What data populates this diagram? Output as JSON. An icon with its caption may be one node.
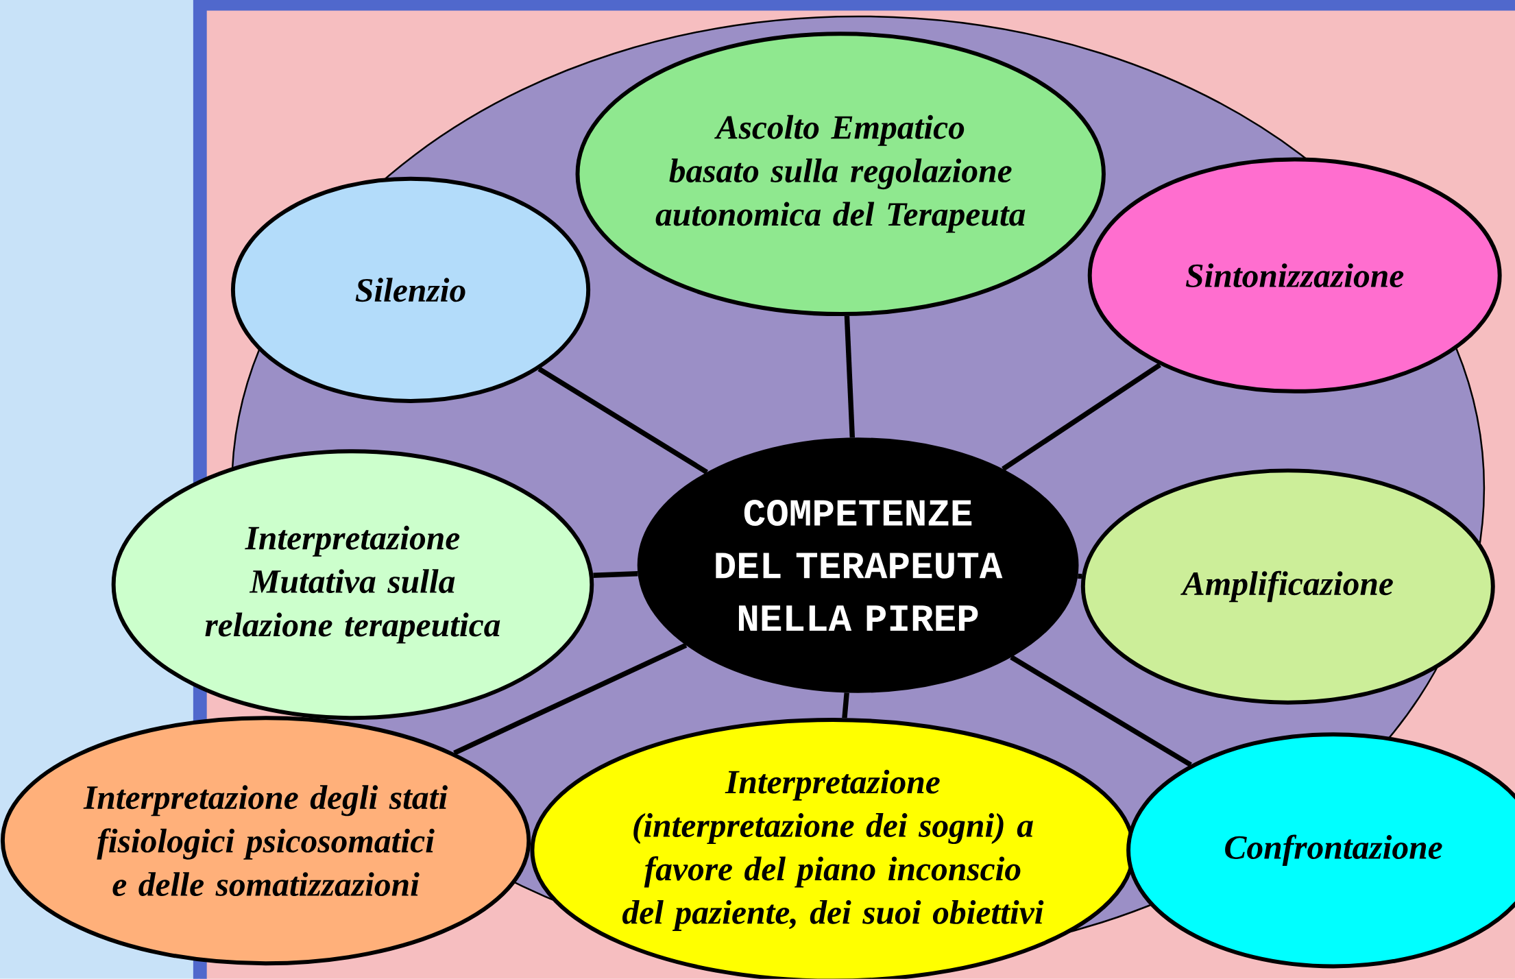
{
  "diagram": {
    "nodes": [
      {
        "text": [
          "Silenzio"
        ]
      },
      {
        "text": [
          "Ascolto Empatico basato sulla regolazione autonomica del Terapeuta"
        ]
      },
      {
        "text": [
          "Sintonizzazione"
        ]
      },
      {
        "text": [
          "Interpretazione Mutativa sulla relazione terapeutica"
        ]
      },
      {
        "text": [
          "COMPETENZE DEL TERAPEUTA NELLA PIREP"
        ]
      },
      {
        "text": [
          "Amplificazione"
        ]
      },
      {
        "text": [
          "Interpretazione degli stati fisiologici psicosomatici e delle somatizzazioni"
        ]
      },
      {
        "text": [
          "Interpretazione (interpretazione dei sogni) a favore del piano inconscio del paziente, dei suoi obiettivi"
        ]
      },
      {
        "text": [
          "Confrontazione"
        ]
      }
    ],
    "edges": [
      {
        "from": 4,
        "to": 0,
        "arrow": "none"
      },
      {
        "from": 4,
        "to": 1,
        "arrow": "none"
      },
      {
        "from": 4,
        "to": 2,
        "arrow": "none"
      },
      {
        "from": 4,
        "to": 3,
        "arrow": "none"
      },
      {
        "from": 4,
        "to": 5,
        "arrow": "none"
      },
      {
        "from": 4,
        "to": 6,
        "arrow": "none"
      },
      {
        "from": 4,
        "to": 7,
        "arrow": "none"
      },
      {
        "from": 4,
        "to": 8,
        "arrow": "none"
      }
    ]
  }
}
